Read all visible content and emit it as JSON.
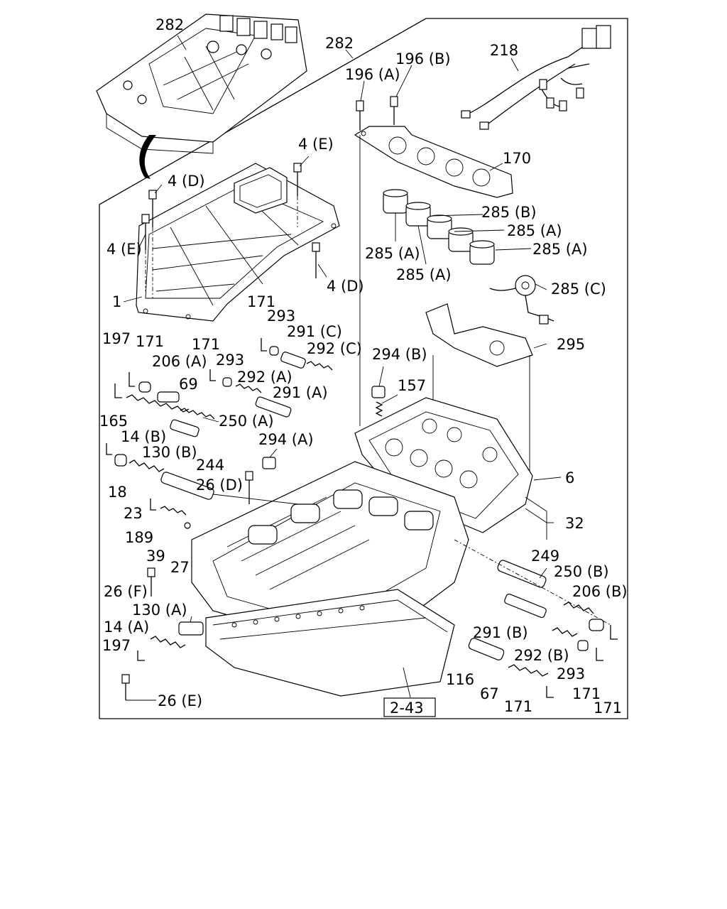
{
  "diagram": {
    "reference_box": "2-43",
    "callouts": {
      "c282a": "282",
      "c282b": "282",
      "c196a": "196 (A)",
      "c196b": "196 (B)",
      "c218": "218",
      "c170": "170",
      "c4e_top": "4 (E)",
      "c4d_top": "4 (D)",
      "c4e_left": "4 (E)",
      "c4d_right": "4 (D)",
      "c1": "1",
      "c285b": "285 (B)",
      "c285a_1": "285 (A)",
      "c285a_2": "285 (A)",
      "c285a_3": "285 (A)",
      "c285a_4": "285 (A)",
      "c285c": "285 (C)",
      "c171_a": "171",
      "c293_a": "293",
      "c291c": "291 (C)",
      "c292c": "292 (C)",
      "c197_a": "197",
      "c171_b": "171",
      "c206a": "206 (A)",
      "c171_c": "171",
      "c293_b": "293",
      "c292a": "292 (A)",
      "c291a": "291 (A)",
      "c294b": "294 (B)",
      "c157": "157",
      "c295": "295",
      "c69": "69",
      "c165": "165",
      "c14b": "14 (B)",
      "c250a": "250 (A)",
      "c130b": "130 (B)",
      "c294a": "294 (A)",
      "c18": "18",
      "c244": "244",
      "c26d": "26 (D)",
      "c6": "6",
      "c23": "23",
      "c189": "189",
      "c32": "32",
      "c39": "39",
      "c27": "27",
      "c249": "249",
      "c26f": "26 (F)",
      "c250b": "250 (B)",
      "c206b": "206 (B)",
      "c130a": "130 (A)",
      "c14a": "14 (A)",
      "c291b": "291 (B)",
      "c197_b": "197",
      "c292b": "292 (B)",
      "c293_c": "293",
      "c116": "116",
      "c26e": "26 (E)",
      "c67": "67",
      "c171_d": "171",
      "c171_e": "171",
      "c171_f": "171"
    }
  }
}
